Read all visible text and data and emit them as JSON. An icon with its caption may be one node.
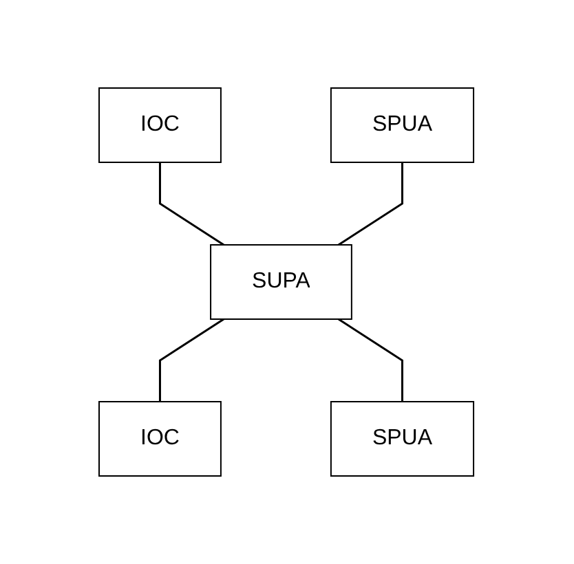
{
  "diagram": {
    "nodes": [
      {
        "text": [
          "IOC"
        ]
      },
      {
        "text": [
          "SPUA"
        ]
      },
      {
        "text": [
          "SUPA"
        ]
      },
      {
        "text": [
          "IOC"
        ]
      },
      {
        "text": [
          "SPUA"
        ]
      }
    ],
    "edges": [
      {
        "from": 0,
        "to": 2,
        "arrow": "none"
      },
      {
        "from": 1,
        "to": 2,
        "arrow": "none"
      },
      {
        "from": 2,
        "to": 3,
        "arrow": "none"
      },
      {
        "from": 2,
        "to": 4,
        "arrow": "none"
      }
    ]
  }
}
